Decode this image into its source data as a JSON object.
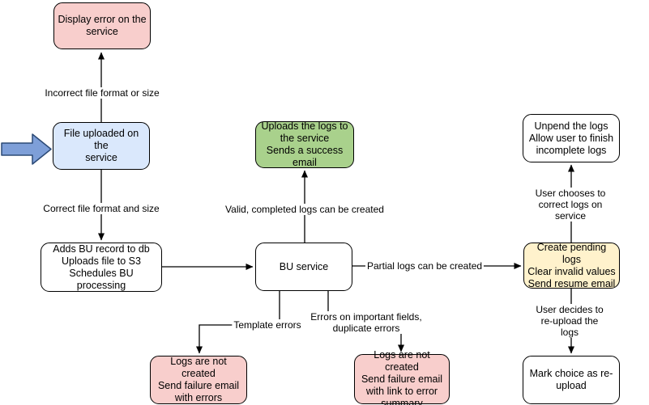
{
  "diagram": {
    "type": "flowchart",
    "colors": {
      "error_fill": "#f8cecc",
      "input_fill": "#dae8fc",
      "success_fill": "#a9d18c",
      "pending_fill": "#fff2cc",
      "neutral_fill": "#ffffff",
      "stroke": "#000000",
      "pointer_fill": "#7e9fd8",
      "pointer_stroke": "#2c4a76"
    },
    "nodes": {
      "display_error": {
        "text": "Display error on the\nservice",
        "fill": "#f8cecc"
      },
      "file_uploaded": {
        "text": "File uploaded on the\nservice",
        "fill": "#dae8fc"
      },
      "adds_bu": {
        "text": "Adds BU record to db\nUploads file to S3\nSchedules BU processing",
        "fill": "#ffffff"
      },
      "uploads_logs": {
        "text": "Uploads the logs to\nthe service\nSends a success\nemail",
        "fill": "#a9d18c"
      },
      "bu_service": {
        "text": "BU service",
        "fill": "#ffffff"
      },
      "unpend_logs": {
        "text": "Unpend the logs\nAllow user to finish\nincomplete logs",
        "fill": "#ffffff"
      },
      "create_pending": {
        "text": "Create pending logs\nClear invalid values\nSend resume email",
        "fill": "#fff2cc"
      },
      "logs_not_created_errors": {
        "text": "Logs are not created\nSend failure email\nwith errors",
        "fill": "#f8cecc"
      },
      "logs_not_created_summary": {
        "text": "Logs are not created\nSend failure email\nwith link to error\nsummary",
        "fill": "#f8cecc"
      },
      "mark_reupload": {
        "text": "Mark choice as re-\nupload",
        "fill": "#ffffff"
      }
    },
    "edges": {
      "incorrect_format": {
        "label": "Incorrect file format or size"
      },
      "correct_format": {
        "label": "Correct file format and size"
      },
      "valid_logs": {
        "label": "Valid, completed logs can be created"
      },
      "partial_logs": {
        "label": "Partial logs can be created"
      },
      "template_errors": {
        "label": "Template errors"
      },
      "field_errors": {
        "label": "Errors on important fields,\nduplicate errors"
      },
      "choose_correct": {
        "label": "User chooses to correct logs on service"
      },
      "decide_reupload": {
        "label": "User decides to re-upload the logs"
      }
    }
  }
}
